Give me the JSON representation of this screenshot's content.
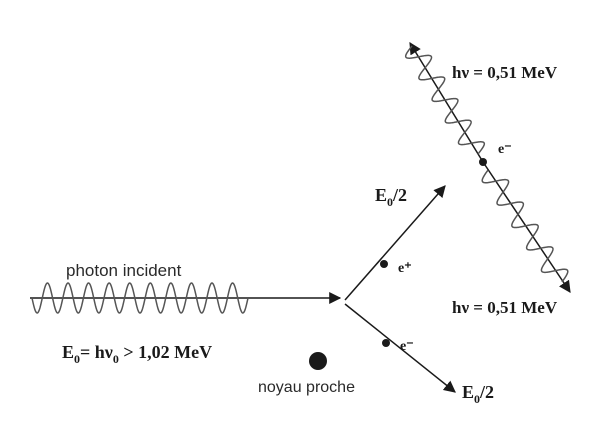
{
  "labels": {
    "photon_incident": "photon incident",
    "e0_base": "E",
    "e0_sub": "0",
    "e0_mid": "= hν",
    "e0_sub2": "0",
    "e0_rest": " > 1,02 MeV",
    "noyau": "noyau proche",
    "hv_top": "hν = 0,51 MeV",
    "hv_bottom": "hν = 0,51 MeV",
    "e_plus": "e⁺",
    "e_minus": "e⁻",
    "e_annihil": "e⁻",
    "half_top_base": "E",
    "half_top_sub": "0",
    "half_top_rest": "/2",
    "half_bottom_base": "E",
    "half_bottom_sub": "0",
    "half_bottom_rest": "/2"
  },
  "colors": {
    "ink": "#1a1a1a",
    "wave": "#555555"
  }
}
